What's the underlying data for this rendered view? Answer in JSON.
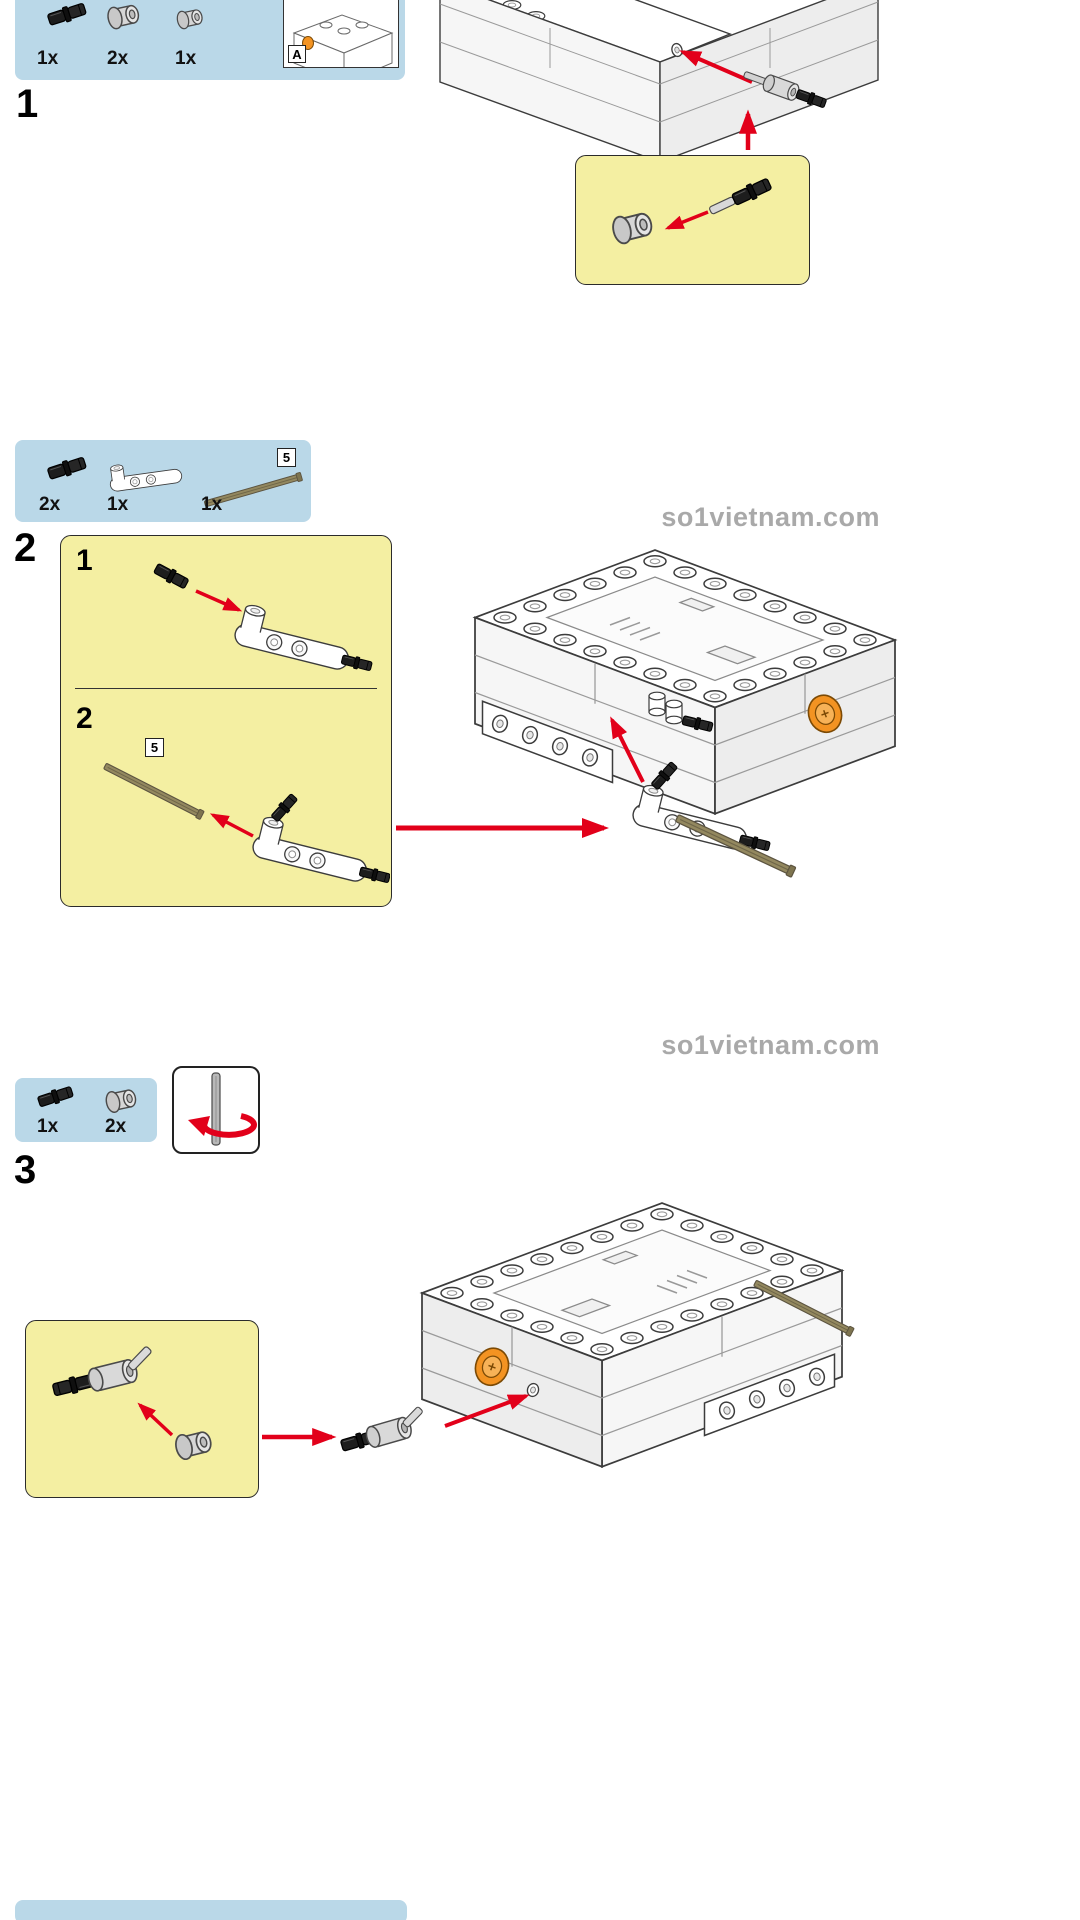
{
  "page": {
    "background": "#ffffff"
  },
  "watermark": "so1vietnam.com",
  "colors": {
    "blue": "#bad8e8",
    "yellow": "#f4efa2",
    "red": "#e2001a",
    "ink": "#3c3c3c",
    "tan": "#93885f",
    "wm": "#9b9b9b"
  },
  "step1": {
    "number": "1",
    "bag_label": "A",
    "parts": [
      {
        "name": "black-friction-pin",
        "count": "1x"
      },
      {
        "name": "gray-bush-connector",
        "count": "2x"
      },
      {
        "name": "module-a-assembly",
        "count": "1x"
      }
    ]
  },
  "step2": {
    "number": "2",
    "substep1": "1",
    "substep2": "2",
    "axle_length": "5",
    "parts": [
      {
        "name": "black-friction-pin",
        "count": "2x"
      },
      {
        "name": "white-angular-beam",
        "count": "1x"
      },
      {
        "name": "axle-5",
        "count": "1x",
        "length_label": "5"
      }
    ]
  },
  "step3": {
    "number": "3",
    "parts": [
      {
        "name": "black-friction-pin",
        "count": "1x"
      },
      {
        "name": "gray-bush-connector",
        "count": "2x"
      }
    ]
  }
}
